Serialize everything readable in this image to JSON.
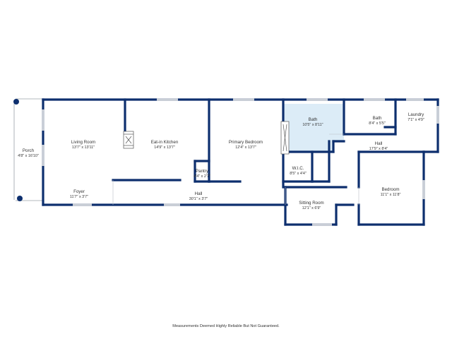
{
  "colors": {
    "wall": "#0d2f6e",
    "bath_fill": "#dcecf7",
    "background": "#ffffff"
  },
  "rooms": {
    "porch": {
      "name": "Porch",
      "dims": "4'8\" x 16'10\""
    },
    "living_room": {
      "name": "Living Room",
      "dims": "13'7\" x 13'11\""
    },
    "eat_in_kitchen": {
      "name": "Eat-in Kitchen",
      "dims": "14'9\" x 13'7\""
    },
    "primary_bedroom": {
      "name": "Primary Bedroom",
      "dims": "12'4\" x 13'7\""
    },
    "bath_1": {
      "name": "Bath",
      "dims": "10'5\" x 8'11\""
    },
    "bath_2": {
      "name": "Bath",
      "dims": "8'4\" x 5'5\""
    },
    "laundry": {
      "name": "Laundry",
      "dims": "7'1\" x 4'9\""
    },
    "hall_right": {
      "name": "Hall",
      "dims": "17'9\" x 8'4\""
    },
    "wic": {
      "name": "W.I.C.",
      "dims": "8'5\" x 4'4\""
    },
    "pantry": {
      "name": "Pantry",
      "dims": "4'4\" x 2'7\""
    },
    "foyer": {
      "name": "Foyer",
      "dims": "11'7\" x 3'7\""
    },
    "hall_main": {
      "name": "Hall",
      "dims": "30'1\" x 3'7\""
    },
    "sitting_room": {
      "name": "Sitting Room",
      "dims": "12'1\" x 6'9\""
    },
    "bedroom": {
      "name": "Bedroom",
      "dims": "11'1\" x 11'8\""
    }
  },
  "disclaimer": "Measurements Deemed Highly Reliable But Not Guaranteed."
}
